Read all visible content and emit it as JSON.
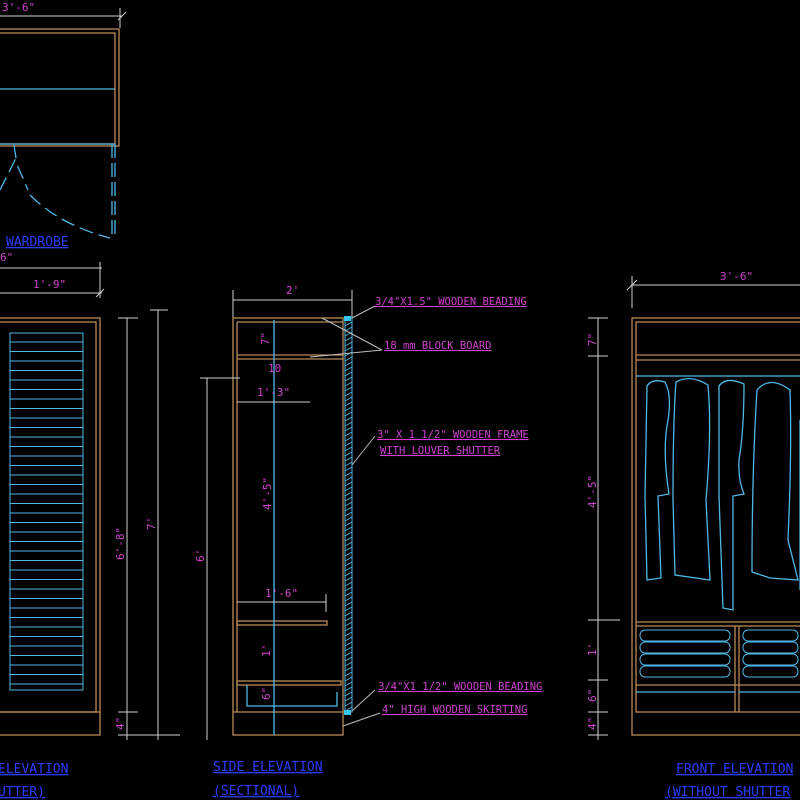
{
  "colors": {
    "background": "#000000",
    "frame": "#b88a5a",
    "fixture": "#4fb8e8",
    "dimension_text": "#d040d0",
    "title": "#2a3cff",
    "dimension_line": "#cfcfcf"
  },
  "plan": {
    "width_dim": "3'-6\"",
    "title": "WARDROBE",
    "depth_dim": "6\""
  },
  "left_elevation": {
    "width_dim": "1'-9\"",
    "height_dim_1": "6'-8\"",
    "height_dim_2": "7'",
    "skirting_dim": "4\"",
    "title_line1": "ELEVATION",
    "title_line2": "UTTER)"
  },
  "side_elevation": {
    "width_dim": "2'",
    "top_dim": "7\"",
    "small_dim": "10",
    "inner_width_dim": "1'-3\"",
    "hang_dim": "4'-5\"",
    "overall_dim": "6'",
    "shelf_width_dim": "1'-6\"",
    "shelf_dim": "1'",
    "drawer_dim": "6\"",
    "notes": [
      "3/4\"X1.5\" WOODEN BEADING",
      "18 mm BLOCK BOARD",
      "3\" X 1 1/2\" WOODEN FRAME",
      "WITH LOUVER SHUTTER",
      "3/4\"X1 1/2\" WOODEN BEADING",
      "4\" HIGH WOODEN SKIRTING"
    ],
    "title_line1": "SIDE ELEVATION",
    "title_line2": "(SECTIONAL)"
  },
  "front_elevation": {
    "width_dim": "3'-6\"",
    "dims": [
      "7\"",
      "4'-5\"",
      "1'",
      "6\"",
      "4\""
    ],
    "title_line1": "FRONT ELEVATION",
    "title_line2": "(WITHOUT SHUTTER"
  }
}
